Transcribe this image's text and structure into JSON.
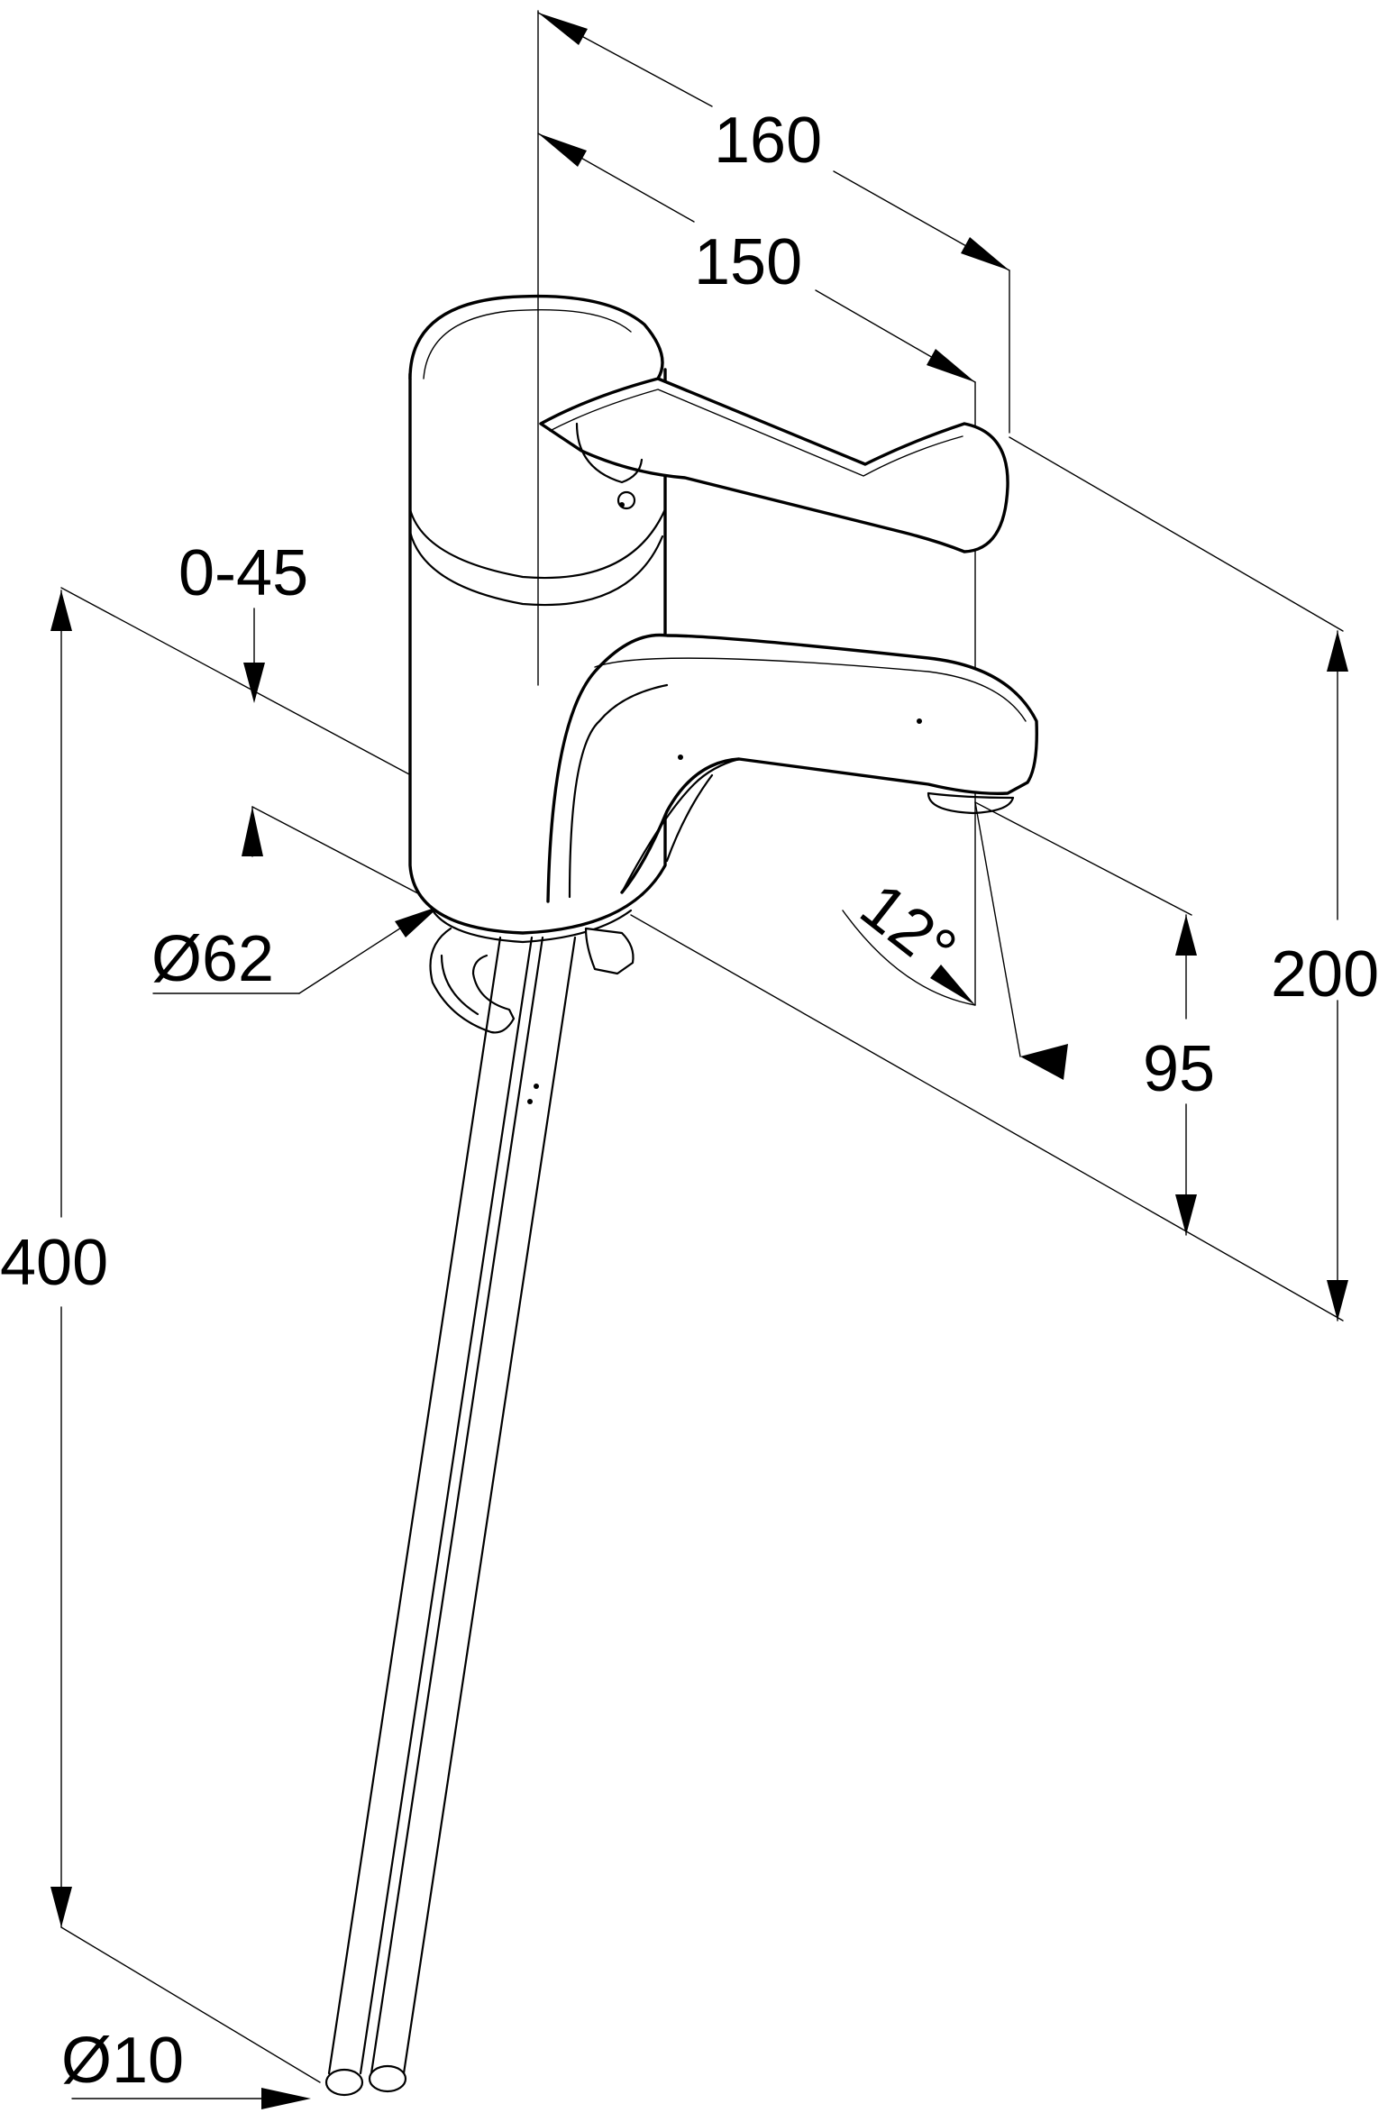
{
  "dimensions": {
    "width_160": "160",
    "width_150": "150",
    "rotation_0_45": "0-45",
    "body_diameter": "Ø62",
    "angle_12": "12°",
    "spout_height_95": "95",
    "total_height_200": "200",
    "tube_length_400": "400",
    "tube_diameter": "Ø10"
  }
}
